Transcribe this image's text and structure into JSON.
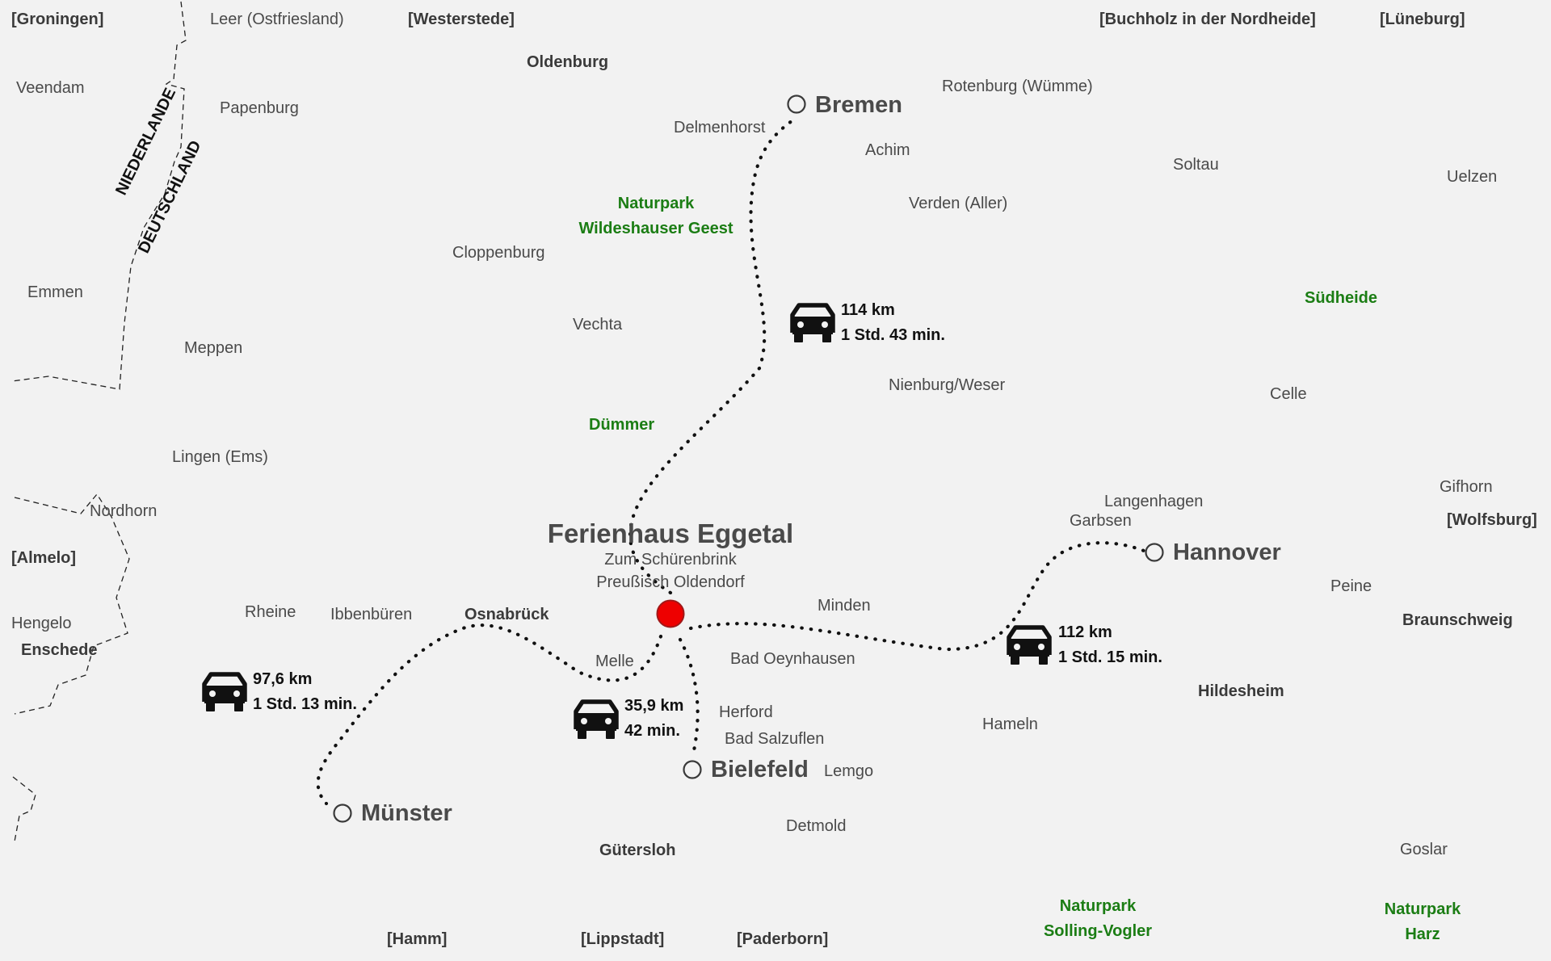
{
  "main_location": {
    "name": "Ferienhaus Eggetal",
    "street": "Zum Schürenbrink",
    "town": "Preußisch Oldendorf",
    "marker_color": "#e00000"
  },
  "destinations": {
    "bremen": "Bremen",
    "hannover": "Hannover",
    "muenster": "Münster",
    "bielefeld": "Bielefeld"
  },
  "routes": {
    "bremen": {
      "distance": "114 km",
      "duration": "1 Std. 43 min."
    },
    "hannover": {
      "distance": "112 km",
      "duration": "1 Std. 15 min."
    },
    "muenster": {
      "distance": "97,6 km",
      "duration": "1 Std. 13 min."
    },
    "bielefeld": {
      "distance": "35,9 km",
      "duration": "42 min."
    }
  },
  "border_labels": {
    "nl": "NIEDERLANDE",
    "de": "DEUTSCHLAND"
  },
  "towns": {
    "leer": "Leer (Ostfriesland)",
    "veendam": "Veendam",
    "papenburg": "Papenburg",
    "delmenhorst": "Delmenhorst",
    "achim": "Achim",
    "rotenburg": "Rotenburg (Wümme)",
    "soltau": "Soltau",
    "uelzen": "Uelzen",
    "verden": "Verden (Aller)",
    "cloppenburg": "Cloppenburg",
    "emmen": "Emmen",
    "meppen": "Meppen",
    "vechta": "Vechta",
    "nienburg": "Nienburg/Weser",
    "celle": "Celle",
    "lingen": "Lingen (Ems)",
    "nordhorn": "Nordhorn",
    "langenhagen": "Langenhagen",
    "garbsen": "Garbsen",
    "gifhorn": "Gifhorn",
    "minden": "Minden",
    "rheine": "Rheine",
    "ibbenbueren": "Ibbenbüren",
    "hengelo": "Hengelo",
    "peine": "Peine",
    "melle": "Melle",
    "bad_oeynhausen": "Bad Oeynhausen",
    "herford": "Herford",
    "hameln": "Hameln",
    "bad_salzuflen": "Bad Salzuflen",
    "lemgo": "Lemgo",
    "detmold": "Detmold",
    "goslar": "Goslar"
  },
  "bold_places": {
    "groningen": "[Groningen]",
    "westerstede": "[Westerstede]",
    "buchholz": "[Buchholz in der Nordheide]",
    "lueneburg": "[Lüneburg]",
    "oldenburg": "Oldenburg",
    "almelo": "[Almelo]",
    "wolfsburg": "[Wolfsburg]",
    "osnabrueck": "Osnabrück",
    "braunschweig": "Braunschweig",
    "enschede": "Enschede",
    "hildesheim": "Hildesheim",
    "guetersloh": "Gütersloh",
    "hamm": "[Hamm]",
    "lippstadt": "[Lippstadt]",
    "paderborn": "[Paderborn]"
  },
  "nature": {
    "wildeshausen": [
      "Naturpark",
      "Wildeshauser Geest"
    ],
    "suedheide": "Südheide",
    "duemmer": "Dümmer",
    "solling": [
      "Naturpark",
      "Solling-Vogler"
    ],
    "harz": [
      "Naturpark",
      "Harz"
    ]
  },
  "icons": {
    "car": "car-icon",
    "city": "city-circle-icon",
    "home": "location-pin-icon"
  }
}
